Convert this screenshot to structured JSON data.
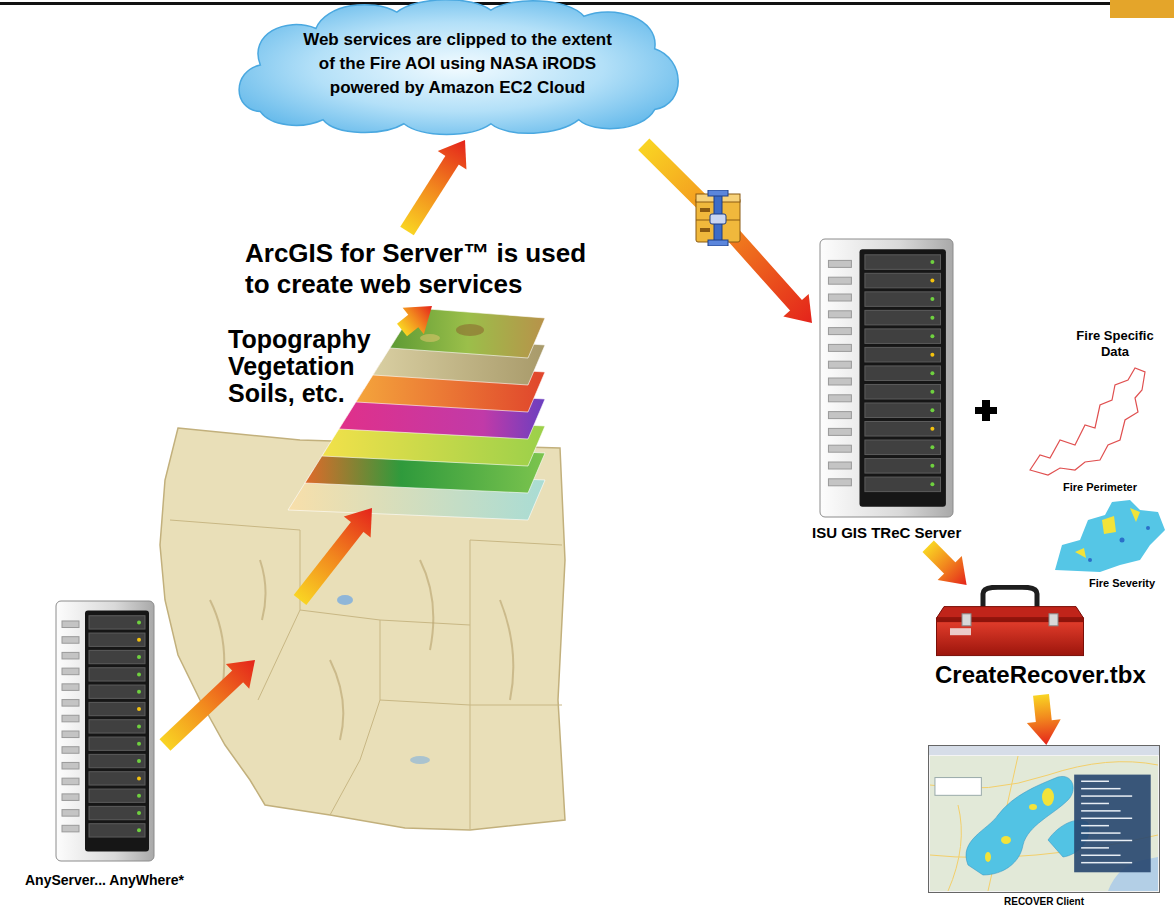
{
  "diagram": {
    "nodes": [
      {
        "text": [
          "AnyServer... AnyWhere*"
        ]
      },
      {
        "text": [
          "Web services are clipped to the extent of the Fire AOI using NASA iRODS powered by Amazon EC2 Cloud"
        ]
      },
      {
        "text": [
          "ISU GIS TReC Server"
        ]
      },
      {
        "text": [
          "CreateRecover.tbx"
        ]
      },
      {
        "text": [
          "RECOVER Client"
        ]
      }
    ],
    "edges": [
      {
        "from": 1,
        "to": 2,
        "arrow": "to"
      },
      {
        "from": 2,
        "to": 3,
        "arrow": "to"
      },
      {
        "from": 3,
        "to": 4,
        "arrow": "to"
      }
    ],
    "labels": [
      "ArcGIS for Server™ is used to create web services",
      "Topography Vegetation Soils, etc.",
      "Fire Specific Data",
      "Fire Perimeter",
      "Fire Severity"
    ]
  }
}
